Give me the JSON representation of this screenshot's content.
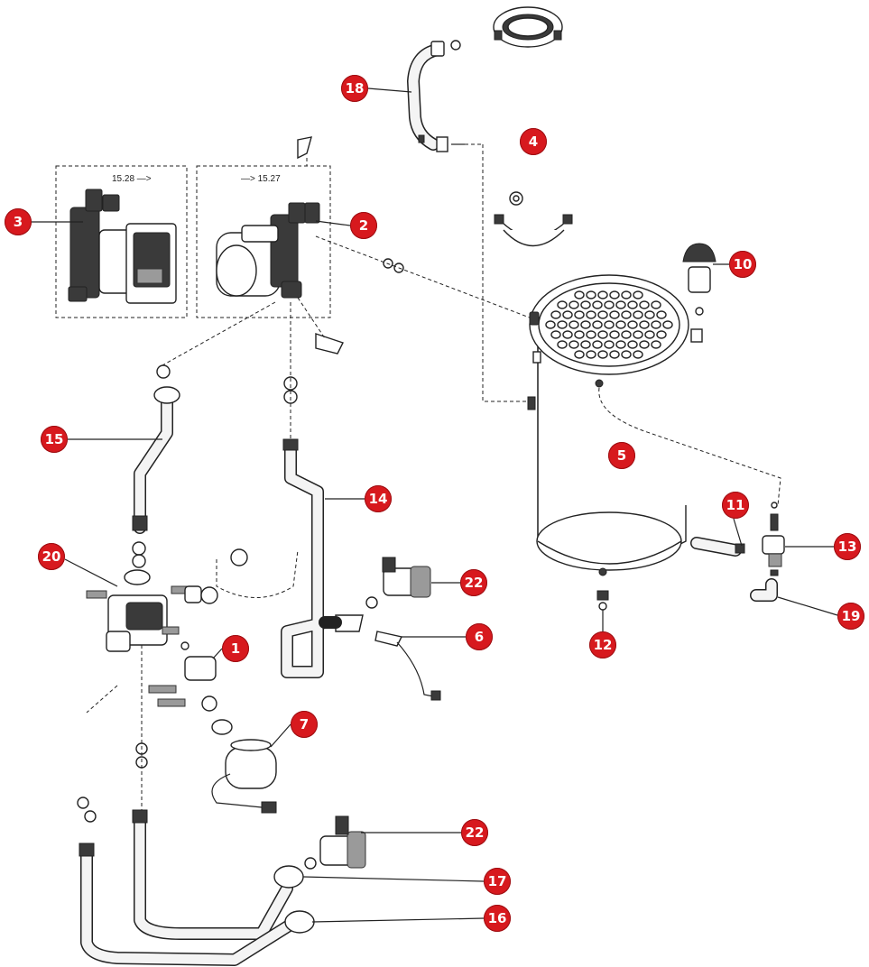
{
  "pump_box_left": {
    "label": "15.28 —>"
  },
  "pump_box_right": {
    "label": "—> 15.27"
  },
  "callouts": [
    {
      "id": "callout-18",
      "text": "18"
    },
    {
      "id": "callout-4",
      "text": "4"
    },
    {
      "id": "callout-3",
      "text": "3"
    },
    {
      "id": "callout-2",
      "text": "2"
    },
    {
      "id": "callout-10",
      "text": "10"
    },
    {
      "id": "callout-15",
      "text": "15"
    },
    {
      "id": "callout-5",
      "text": "5"
    },
    {
      "id": "callout-14",
      "text": "14"
    },
    {
      "id": "callout-11",
      "text": "11"
    },
    {
      "id": "callout-13",
      "text": "13"
    },
    {
      "id": "callout-20",
      "text": "20"
    },
    {
      "id": "callout-22a",
      "text": "22"
    },
    {
      "id": "callout-19",
      "text": "19"
    },
    {
      "id": "callout-6",
      "text": "6"
    },
    {
      "id": "callout-12",
      "text": "12"
    },
    {
      "id": "callout-1",
      "text": "1"
    },
    {
      "id": "callout-7",
      "text": "7"
    },
    {
      "id": "callout-22b",
      "text": "22"
    },
    {
      "id": "callout-17",
      "text": "17"
    },
    {
      "id": "callout-16",
      "text": "16"
    }
  ],
  "colors": {
    "callout_fill": "#d7191e",
    "line": "#222222"
  }
}
